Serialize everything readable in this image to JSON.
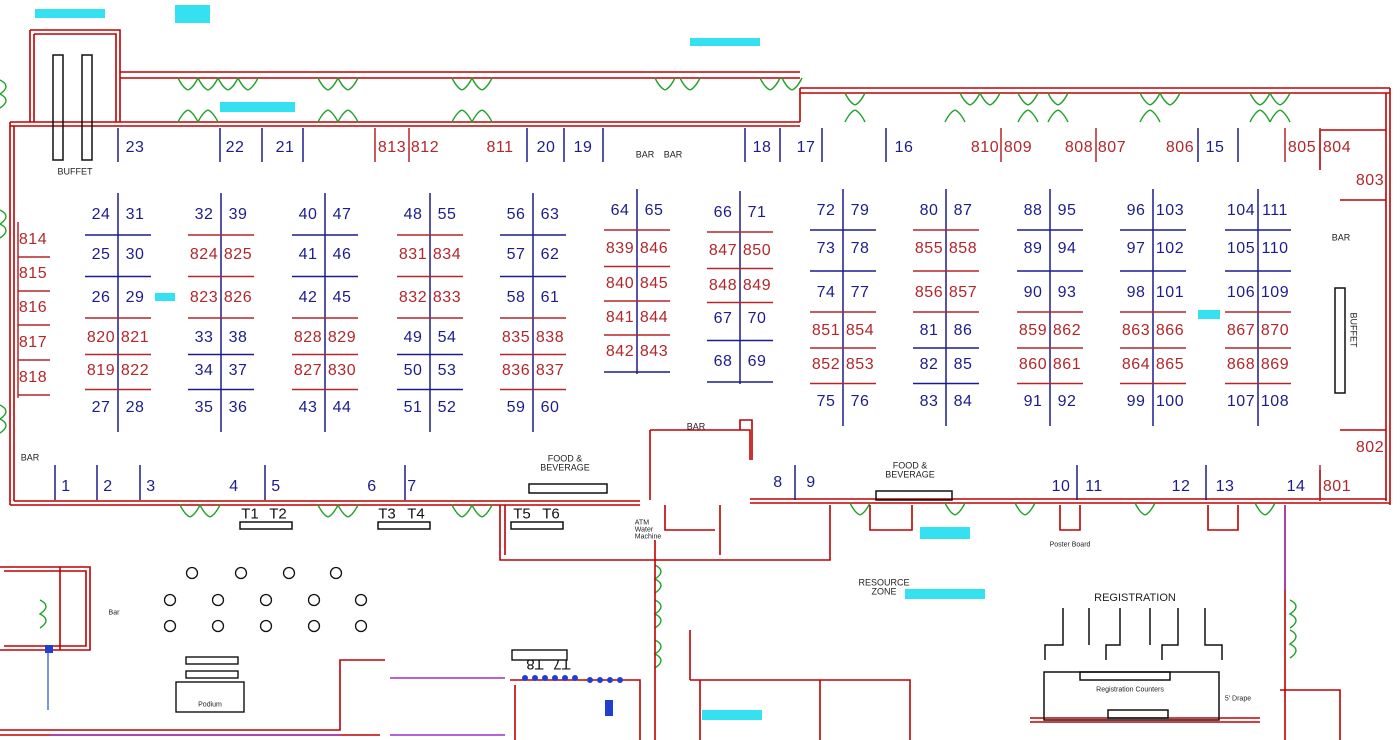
{
  "top_booths": [
    "23",
    "22",
    "21",
    "813",
    "812",
    "811",
    "20",
    "19",
    "18",
    "17",
    "16",
    "810",
    "809",
    "808",
    "807",
    "806",
    "15",
    "805",
    "804"
  ],
  "left_booths": [
    "814",
    "815",
    "816",
    "817",
    "818"
  ],
  "right_booths": [
    "803",
    "802"
  ],
  "bottom_booths": [
    "1",
    "2",
    "3",
    "4",
    "5",
    "6",
    "7",
    "8",
    "9",
    "10",
    "11",
    "12",
    "13",
    "14",
    "801"
  ],
  "tables": [
    "T1",
    "T2",
    "T3",
    "T4",
    "T5",
    "T6"
  ],
  "tables_mirrored": [
    "T7",
    "T8"
  ],
  "islands": [
    [
      [
        "24",
        "31"
      ],
      [
        "25",
        "30"
      ],
      [
        "26",
        "29"
      ],
      [
        "820",
        "821"
      ],
      [
        "819",
        "822"
      ],
      [
        "27",
        "28"
      ]
    ],
    [
      [
        "32",
        "39"
      ],
      [
        "824",
        "825"
      ],
      [
        "823",
        "826"
      ],
      [
        "33",
        "38"
      ],
      [
        "34",
        "37"
      ],
      [
        "35",
        "36"
      ]
    ],
    [
      [
        "40",
        "47"
      ],
      [
        "41",
        "46"
      ],
      [
        "42",
        "45"
      ],
      [
        "828",
        "829"
      ],
      [
        "827",
        "830"
      ],
      [
        "43",
        "44"
      ]
    ],
    [
      [
        "48",
        "55"
      ],
      [
        "831",
        "834"
      ],
      [
        "832",
        "833"
      ],
      [
        "49",
        "54"
      ],
      [
        "50",
        "53"
      ],
      [
        "51",
        "52"
      ]
    ],
    [
      [
        "56",
        "63"
      ],
      [
        "57",
        "62"
      ],
      [
        "58",
        "61"
      ],
      [
        "835",
        "838"
      ],
      [
        "836",
        "837"
      ],
      [
        "59",
        "60"
      ]
    ],
    [
      [
        "64",
        "65"
      ],
      [
        "839",
        "846"
      ],
      [
        "840",
        "845"
      ],
      [
        "841",
        "844"
      ],
      [
        "842",
        "843"
      ]
    ],
    [
      [
        "66",
        "71"
      ],
      [
        "847",
        "850"
      ],
      [
        "848",
        "849"
      ],
      [
        "67",
        "70"
      ],
      [
        "68",
        "69"
      ]
    ],
    [
      [
        "72",
        "79"
      ],
      [
        "73",
        "78"
      ],
      [
        "74",
        "77"
      ],
      [
        "851",
        "854"
      ],
      [
        "852",
        "853"
      ],
      [
        "75",
        "76"
      ]
    ],
    [
      [
        "80",
        "87"
      ],
      [
        "855",
        "858"
      ],
      [
        "856",
        "857"
      ],
      [
        "81",
        "86"
      ],
      [
        "82",
        "85"
      ],
      [
        "83",
        "84"
      ]
    ],
    [
      [
        "88",
        "95"
      ],
      [
        "89",
        "94"
      ],
      [
        "90",
        "93"
      ],
      [
        "859",
        "862"
      ],
      [
        "860",
        "861"
      ],
      [
        "91",
        "92"
      ]
    ],
    [
      [
        "96",
        "103"
      ],
      [
        "97",
        "102"
      ],
      [
        "98",
        "101"
      ],
      [
        "863",
        "866"
      ],
      [
        "864",
        "865"
      ],
      [
        "99",
        "100"
      ]
    ],
    [
      [
        "104",
        "111"
      ],
      [
        "105",
        "110"
      ],
      [
        "106",
        "109"
      ],
      [
        "867",
        "870"
      ],
      [
        "868",
        "869"
      ],
      [
        "107",
        "108"
      ]
    ]
  ],
  "labels": {
    "buffet_left": "BUFFET",
    "buffet_right": "BUFFET",
    "bar_top_1": "BAR",
    "bar_top_2": "BAR",
    "bar_left": "BAR",
    "bar_right": "BAR",
    "bar_center": "BAR",
    "food_beverage_1": "FOOD &\nBEVERAGE",
    "food_beverage_2": "FOOD &\nBEVERAGE",
    "atm": "ATM\nWater\nMachine",
    "resource_zone": "RESOURCE\nZONE",
    "registration": "REGISTRATION",
    "registration_counters": "Registration Counters",
    "drape": "5' Drape",
    "poster_board": "Poster Board",
    "podium": "Podium",
    "bar_small": "Bar"
  },
  "colors": {
    "blue_booth": "#1c1c8e",
    "red_booth": "#b3262a",
    "wall": "#c00000",
    "door": "#1fa12a",
    "redacted": "#35e0f0"
  }
}
